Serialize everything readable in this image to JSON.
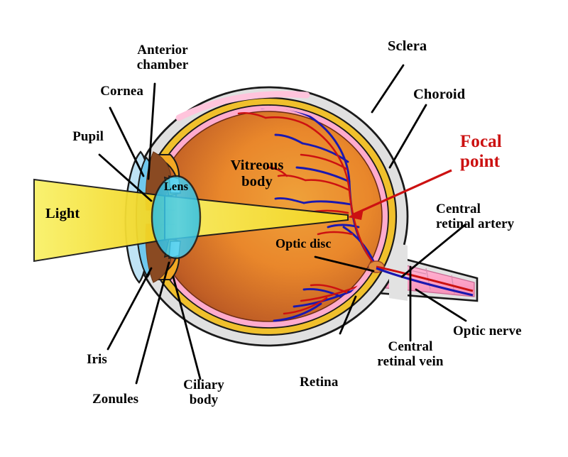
{
  "diagram": {
    "title": "Human eye cross-section with light focusing",
    "subject": "anatomy-of-the-eye"
  },
  "colors": {
    "sclera": "#DEDEDE",
    "sclera_stroke": "#1A1A1A",
    "choroid": "#F0C02C",
    "retina": "#FFABCD",
    "vitreous_outer": "#E98B2A",
    "vitreous_inner": "#9C4424",
    "lens": "#35C6EA",
    "cornea": "#6FC8EE",
    "anterior_chamber": "#BFE3F5",
    "iris": "#F2A824",
    "iris_inner": "#8A4A22",
    "light": "#F7F05E",
    "artery": "#CC1111",
    "vein": "#1A18B0",
    "focal_red": "#CC1111",
    "nerve_pink": "#FFB6D4",
    "label_black": "#000000"
  },
  "labels": {
    "pupil": "Pupil",
    "cornea": "Cornea",
    "anterior_chamber": "Anterior\nchamber",
    "sclera": "Sclera",
    "choroid": "Choroid",
    "focal_point": "Focal\npoint",
    "central_retinal_artery": "Central\nretinal artery",
    "optic_nerve": "Optic nerve",
    "central_retinal_vein": "Central\nretinal vein",
    "retina": "Retina",
    "ciliary_body": "Ciliary\nbody",
    "zonules": "Zonules",
    "iris": "Iris",
    "light": "Light",
    "lens": "Lens",
    "vitreous_body": "Vitreous\nbody",
    "optic_disc": "Optic disc"
  }
}
